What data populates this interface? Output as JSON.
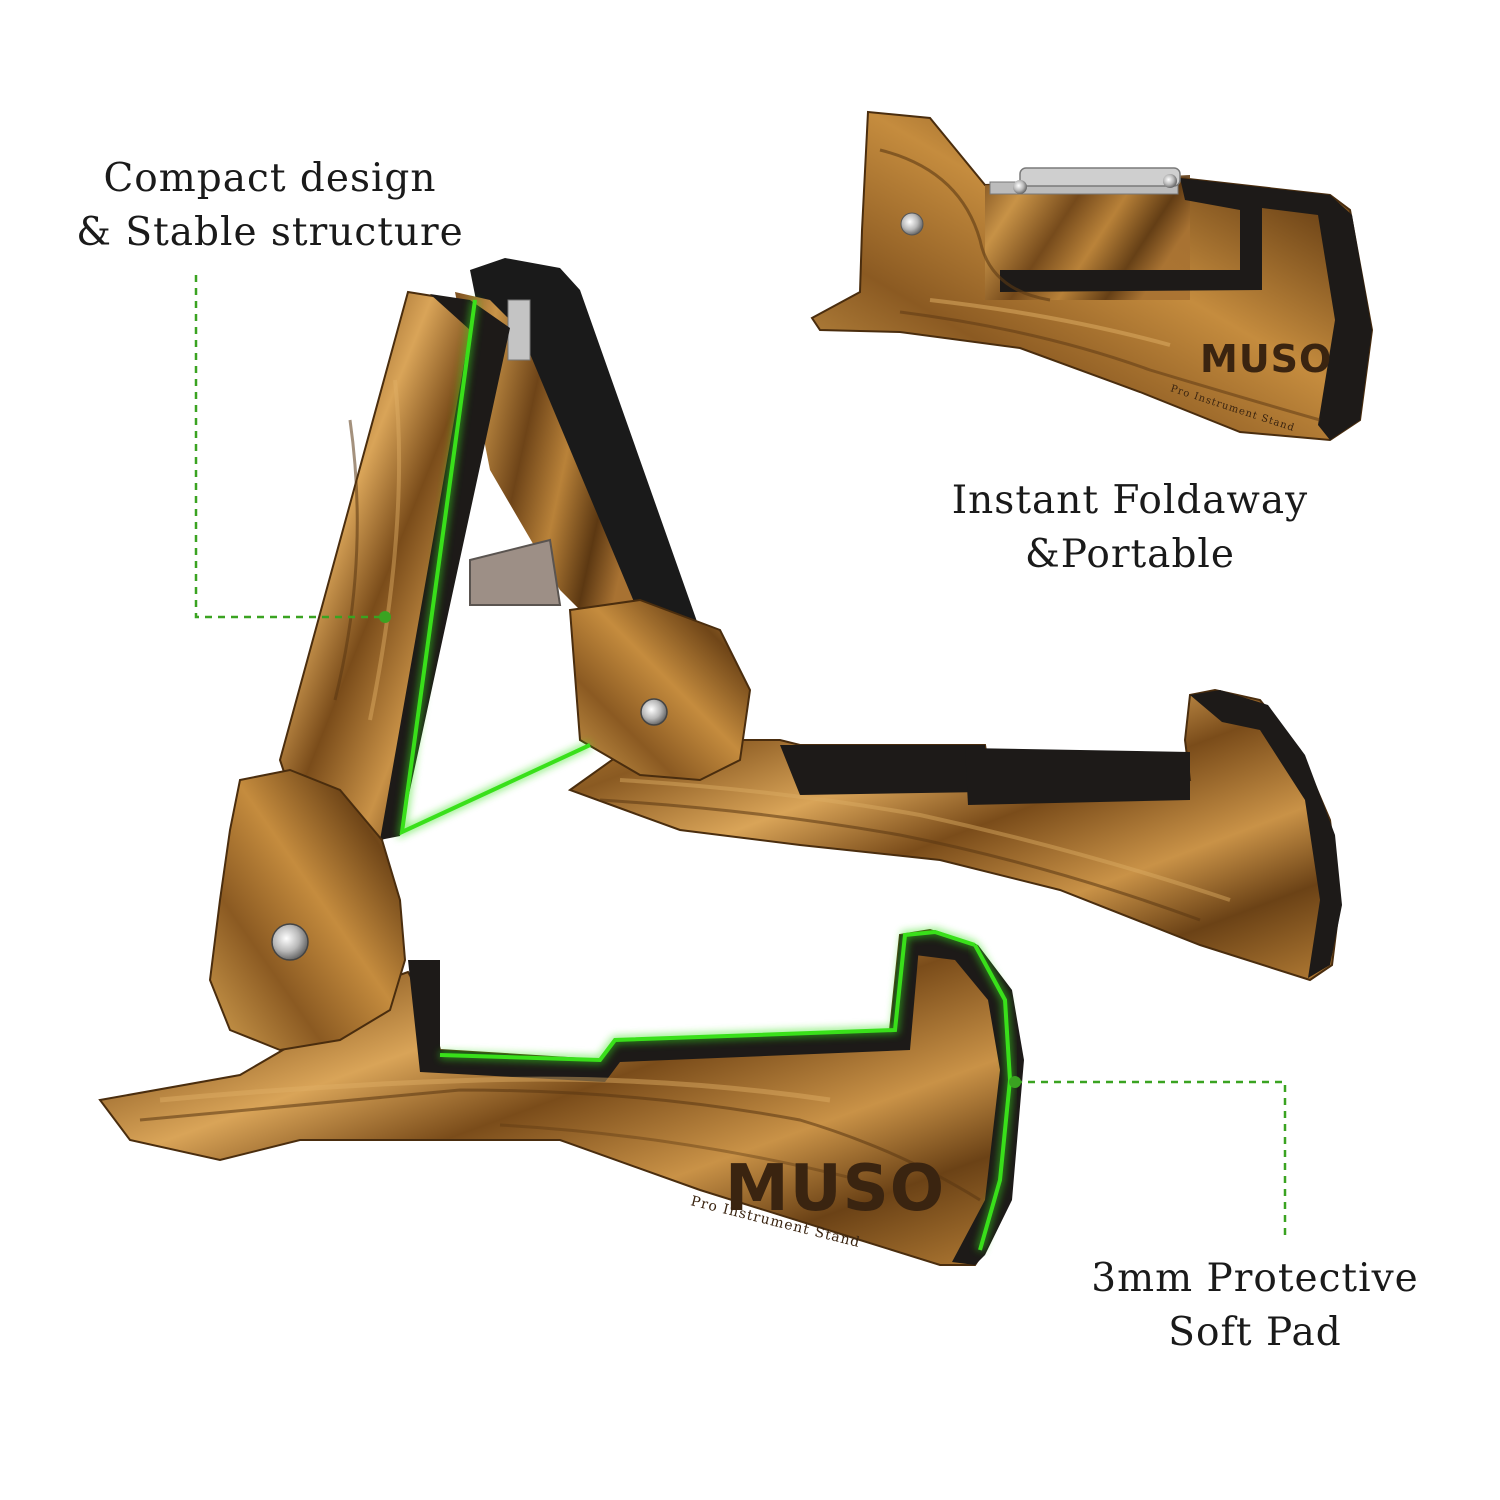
{
  "callouts": {
    "compact": {
      "line1": "Compact design",
      "line2": "& Stable structure"
    },
    "foldaway": {
      "line1": "Instant Foldaway",
      "line2": "&Portable"
    },
    "pad": {
      "line1": "3mm Protective",
      "line2": "Soft Pad"
    }
  },
  "branding": {
    "logo_text": "MUSO",
    "tagline": "Pro Instrument Stand"
  },
  "colors": {
    "callout_line": "#3aa321",
    "highlight": "#39e01a",
    "wood_light": "#c8903f",
    "wood_dark": "#6b4216",
    "pad_black": "#1a1a1a"
  }
}
